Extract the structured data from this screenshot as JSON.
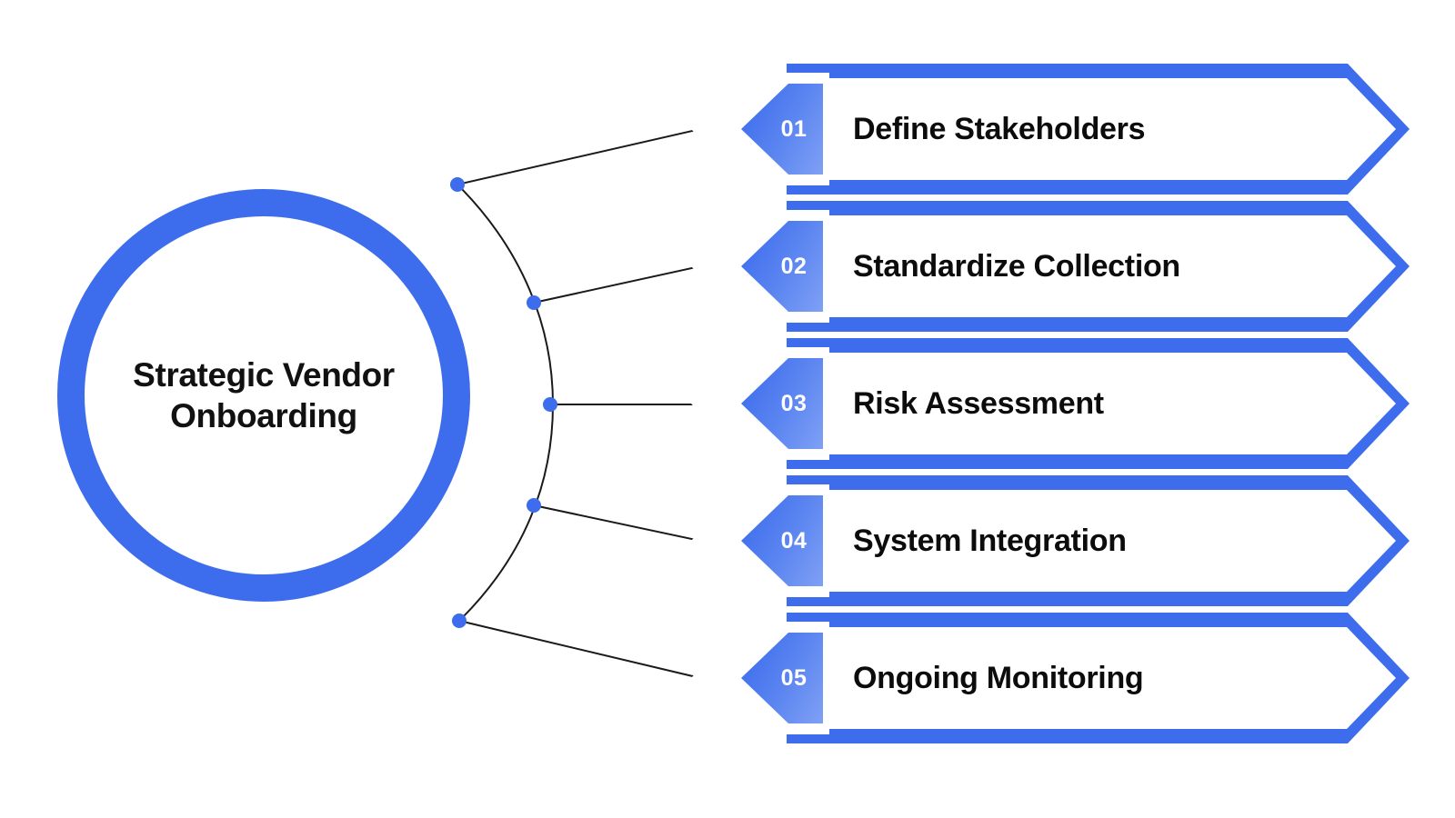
{
  "diagram": {
    "title": "Strategic Vendor Onboarding",
    "type": "circle-hub-with-numbered-arrow-banners",
    "background_color": "#ffffff",
    "accent_color": "#3d6ded",
    "accent_light_color": "#7fa0f5",
    "text_color": "#0c0c0c",
    "connector_color": "#1a1a1a",
    "node_dot_color": "#3d6ded"
  },
  "hub": {
    "label": "Strategic Vendor\nOnboarding",
    "line1": "Strategic Vendor",
    "line2": "Onboarding",
    "shape": "ring"
  },
  "steps": [
    {
      "number": "01",
      "label": "Define Stakeholders"
    },
    {
      "number": "02",
      "label": "Standardize Collection"
    },
    {
      "number": "03",
      "label": "Risk Assessment"
    },
    {
      "number": "04",
      "label": "System Integration"
    },
    {
      "number": "05",
      "label": "Ongoing Monitoring"
    }
  ]
}
